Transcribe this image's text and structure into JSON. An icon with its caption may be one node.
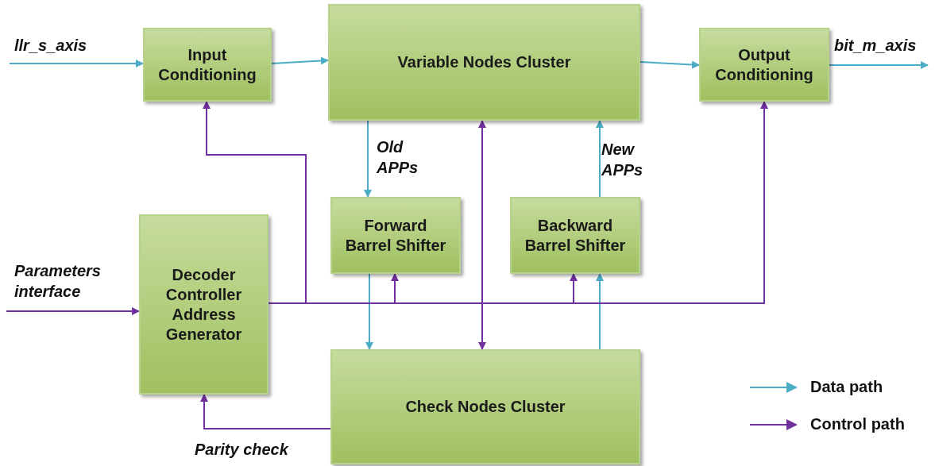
{
  "diagram": {
    "nodes": [
      {
        "text": [
          "Input Conditioning"
        ]
      },
      {
        "text": [
          "Variable Nodes Cluster"
        ]
      },
      {
        "text": [
          "Output Conditioning"
        ]
      },
      {
        "text": [
          "Forward Barrel Shifter"
        ]
      },
      {
        "text": [
          "Backward Barrel Shifter"
        ]
      },
      {
        "text": [
          "Decoder Controller Address Generator"
        ]
      },
      {
        "text": [
          "Check Nodes Cluster"
        ]
      }
    ],
    "edges": [
      {
        "from": null,
        "to": 0,
        "arrow": "to",
        "label": "llr_s_axis"
      },
      {
        "from": 0,
        "to": 1,
        "arrow": "to"
      },
      {
        "from": 1,
        "to": 2,
        "arrow": "to"
      },
      {
        "from": 2,
        "to": null,
        "arrow": "to",
        "label": "bit_m_axis"
      },
      {
        "from": 1,
        "to": 3,
        "arrow": "to",
        "label": "Old APPs"
      },
      {
        "from": 4,
        "to": 1,
        "arrow": "to",
        "label": "New APPs"
      },
      {
        "from": 1,
        "to": 6,
        "arrow": "both",
        "color": "#7030a0"
      },
      {
        "from": 3,
        "to": 6,
        "arrow": "to"
      },
      {
        "from": 6,
        "to": 4,
        "arrow": "to"
      },
      {
        "from": null,
        "to": 5,
        "arrow": "to",
        "label": "Parameters interface",
        "color": "#7030a0"
      },
      {
        "from": 5,
        "to": 0,
        "arrow": "to",
        "color": "#7030a0"
      },
      {
        "from": 5,
        "to": 3,
        "arrow": "to",
        "color": "#7030a0"
      },
      {
        "from": 5,
        "to": 4,
        "arrow": "to",
        "color": "#7030a0"
      },
      {
        "from": 5,
        "to": 2,
        "arrow": "to",
        "color": "#7030a0"
      },
      {
        "from": 6,
        "to": 5,
        "arrow": "to",
        "label": "Parity check",
        "color": "#7030a0"
      }
    ],
    "legend": [
      {
        "text": "Data path"
      },
      {
        "text": "Control path"
      }
    ]
  }
}
